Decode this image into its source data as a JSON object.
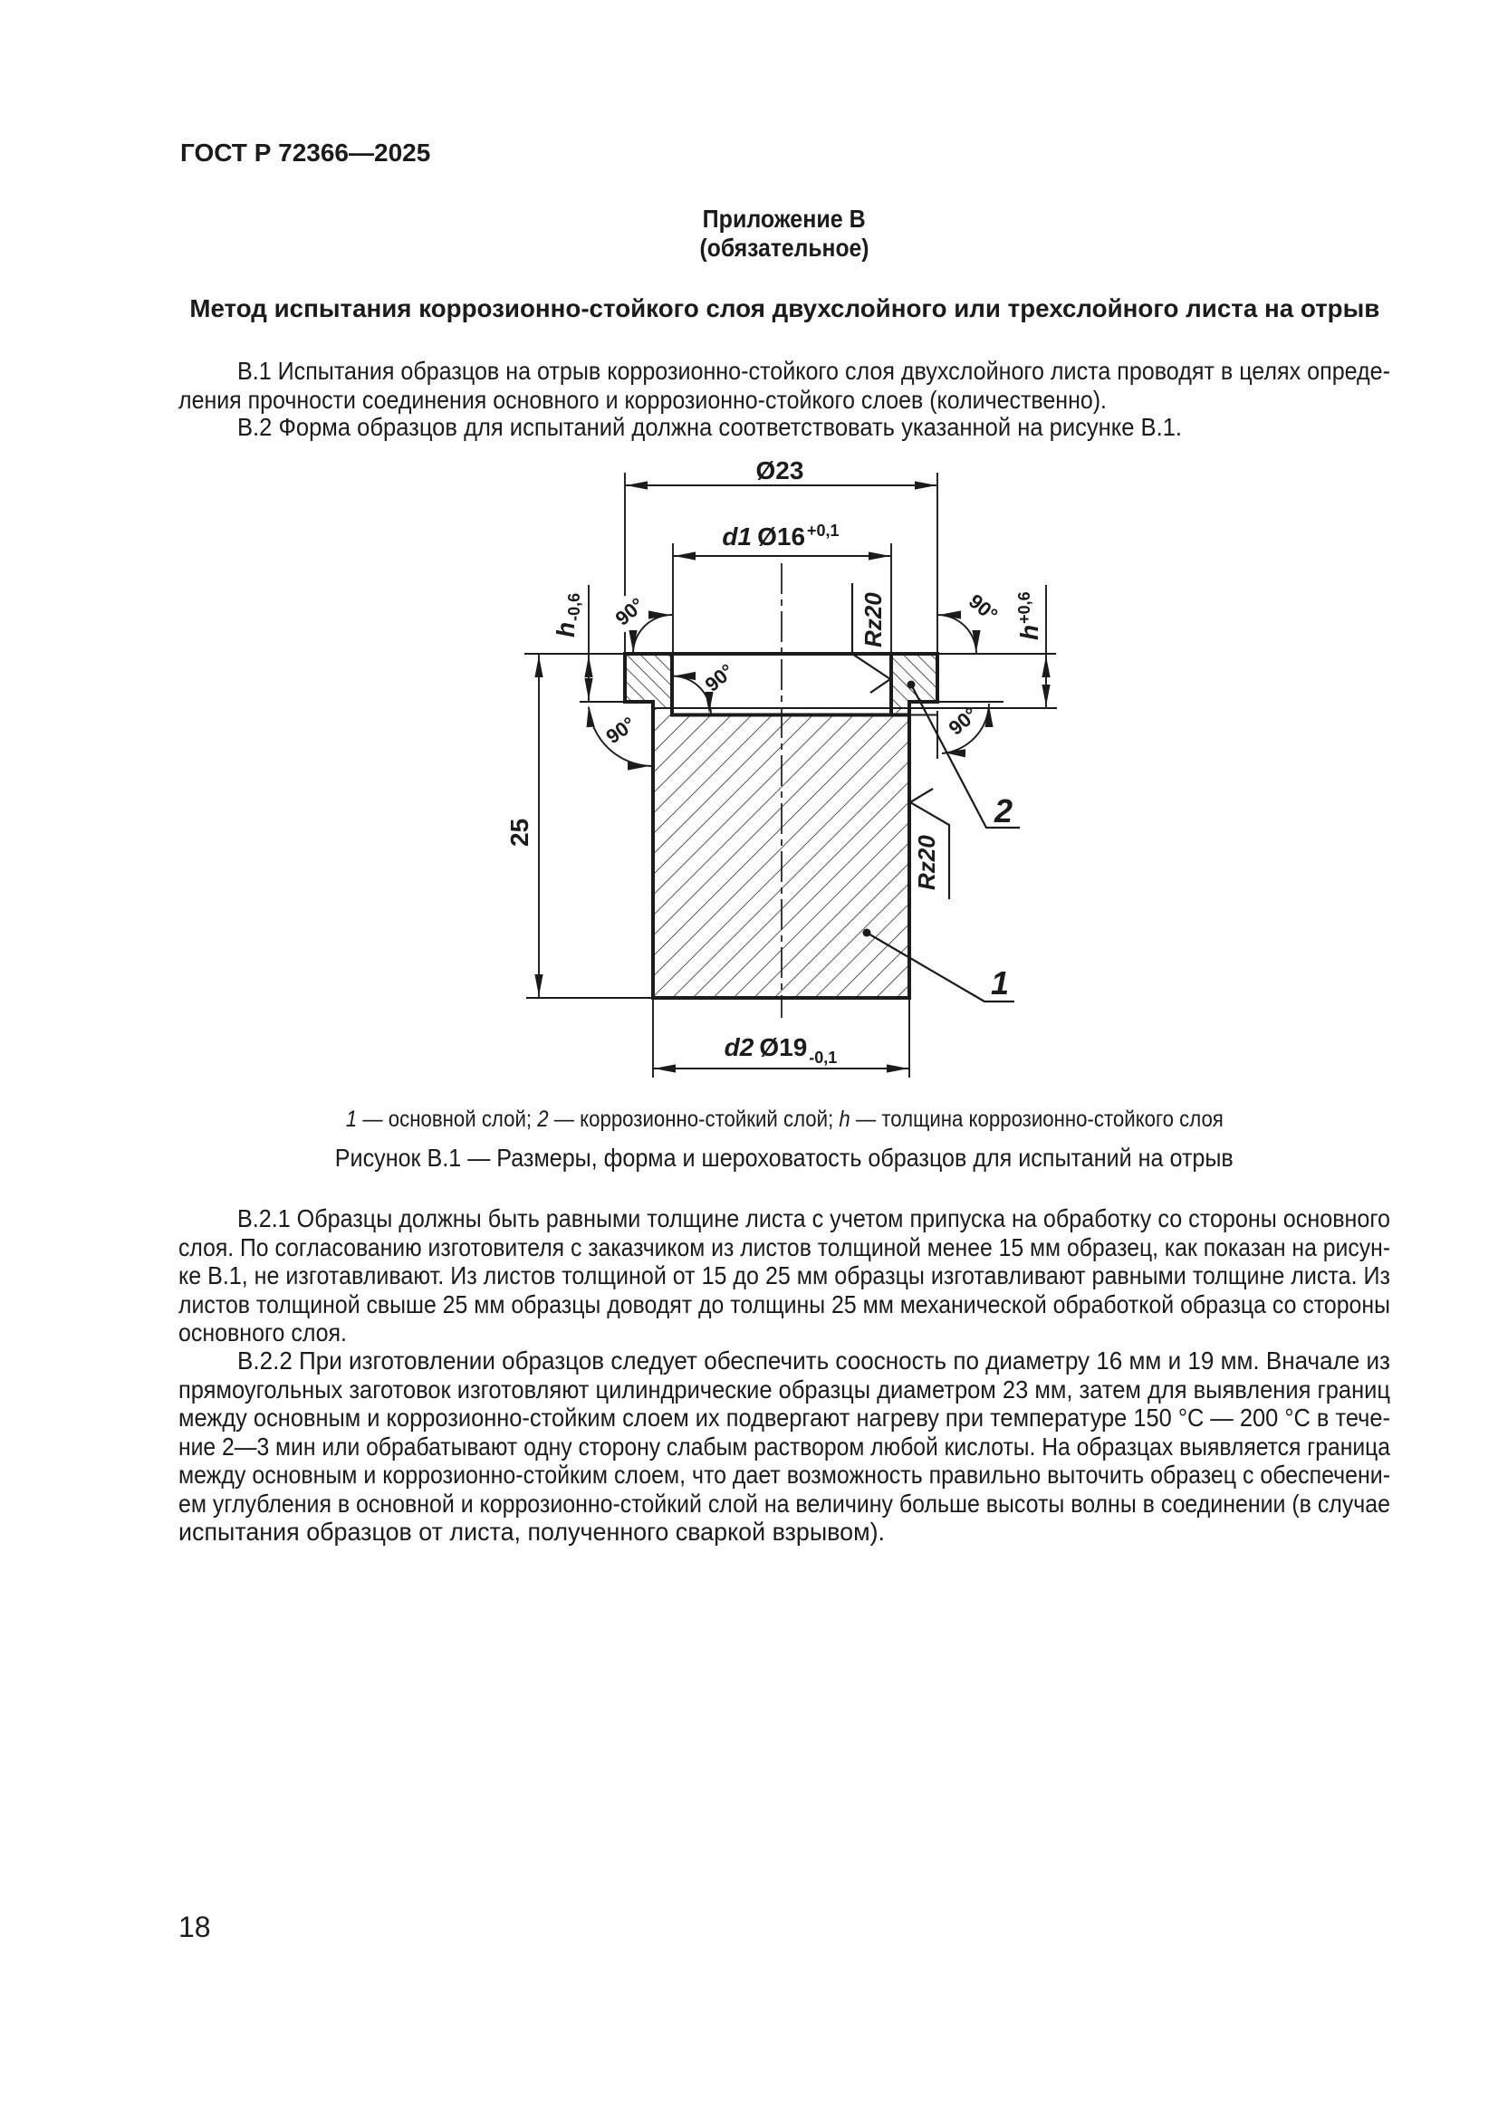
{
  "header": {
    "doc_code": "ГОСТ Р 72366—2025"
  },
  "appendix": {
    "title": "Приложение В",
    "subtitle": "(обязательное)"
  },
  "heading": "Метод испытания коррозионно-стойкого слоя двухслойного или трехслойного листа на отрыв",
  "para_b1": {
    "lines": [
      "В.1 Испытания образцов на отрыв коррозионно-стойкого слоя двухслойного листа проводят в целях опреде-",
      "ления прочности соединения основного и коррозионно-стойкого слоев (количественно)."
    ]
  },
  "para_b2": {
    "lines": [
      "В.2 Форма образцов для испытаний должна соответствовать указанной на рисунке В.1."
    ]
  },
  "para_b21": {
    "lines": [
      "В.2.1 Образцы должны быть равными толщине листа с учетом припуска на обработку со стороны основного",
      "слоя. По согласованию изготовителя с заказчиком из листов толщиной менее 15 мм образец, как показан на рисун-",
      "ке В.1, не изготавливают. Из листов толщиной от 15 до 25 мм образцы изготавливают равными толщине листа. Из",
      "листов толщиной свыше 25 мм образцы доводят до толщины 25 мм механической обработкой образца со стороны",
      "основного слоя."
    ]
  },
  "para_b22": {
    "lines": [
      "В.2.2 При изготовлении образцов следует обеспечить соосность по диаметру 16 мм и 19 мм. Вначале из",
      "прямоугольных заготовок изготовляют цилиндрические образцы диаметром 23 мм, затем для выявления границ",
      "между основным и коррозионно-стойким слоем их подвергают нагреву при температуре 150 °С — 200 °С в тече-",
      "ние 2—3 мин или обрабатывают одну сторону слабым раствором любой кислоты. На образцах выявляется граница",
      "между основным и коррозионно-стойким слоем, что дает возможность правильно выточить образец с обеспечени-",
      "ем углубления в основной и коррозионно-стойкий слой на величину больше высоты волны в соединении (в случае",
      "испытания образцов от листа, полученного сваркой взрывом)."
    ]
  },
  "figure": {
    "legend_parts": [
      {
        "t": "1",
        "i": 1
      },
      {
        "t": " — основной слой; "
      },
      {
        "t": "2",
        "i": 1
      },
      {
        "t": " — коррозионно-стойкий слой; "
      },
      {
        "t": "h",
        "i": 1
      },
      {
        "t": " — толщина коррозионно-стойкого слоя"
      }
    ],
    "caption": "Рисунок В.1 — Размеры, форма и шероховатость образцов для испытаний на отрыв",
    "dims": {
      "dia23": "Ø23",
      "d1_name": "d1",
      "d1_value": "Ø16",
      "d1_tol": "+0,1",
      "d2_name": "d2",
      "d2_value": "Ø19",
      "d2_tol": "-0,1",
      "h_name": "h",
      "h_left_tol": "-0,6",
      "h_right_tol": "+0,6",
      "height": "25",
      "angle": "90°",
      "roughness": "Rz20",
      "layer1": "1",
      "layer2": "2"
    }
  },
  "page_number": "18"
}
